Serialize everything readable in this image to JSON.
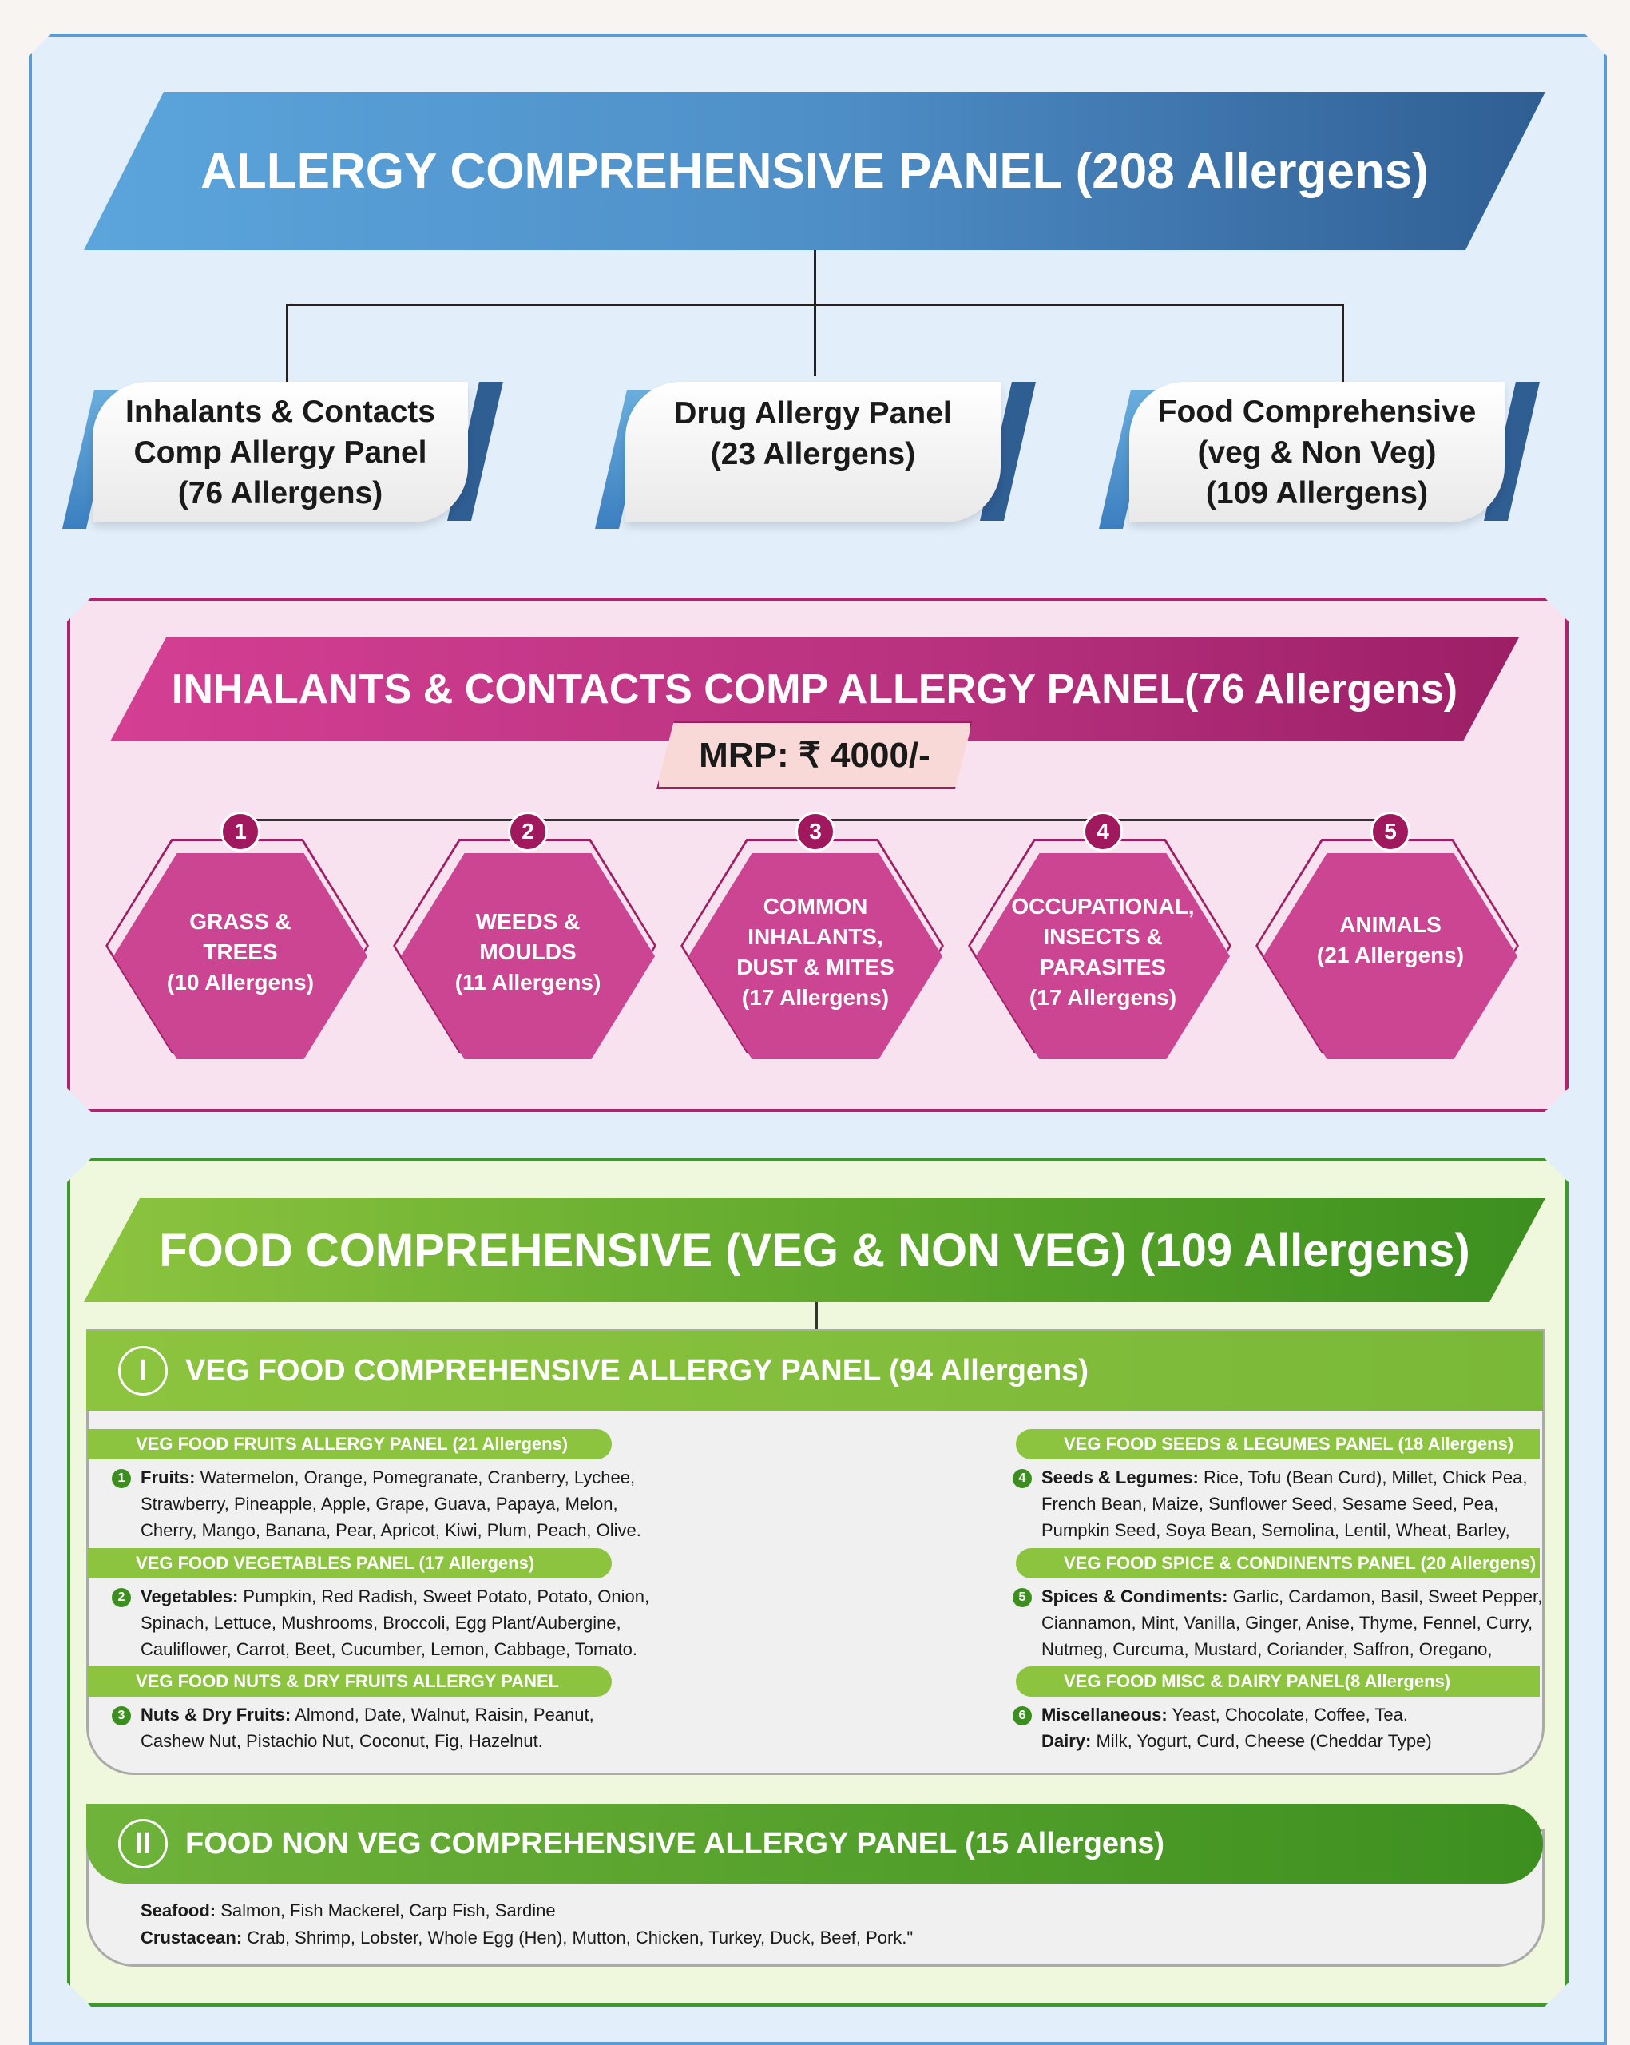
{
  "main_title": "ALLERGY COMPREHENSIVE PANEL (208 Allergens)",
  "sub_panels": [
    {
      "line1": "Inhalants & Contacts",
      "line2": "Comp Allergy Panel",
      "line3": "(76 Allergens)"
    },
    {
      "line1": "Drug Allergy Panel",
      "line2": "(23 Allergens)",
      "line3": ""
    },
    {
      "line1": "Food Comprehensive",
      "line2": "(veg & Non Veg)",
      "line3": "(109 Allergens)"
    }
  ],
  "inhalants": {
    "title": "INHALANTS & CONTACTS COMP ALLERGY PANEL(76 Allergens)",
    "mrp": "MRP: ₹ 4000/-",
    "groups": [
      {
        "num": "1",
        "lines": [
          "GRASS &",
          "TREES",
          "(10 Allergens)"
        ]
      },
      {
        "num": "2",
        "lines": [
          "WEEDS &",
          "MOULDS",
          "(11 Allergens)"
        ]
      },
      {
        "num": "3",
        "lines": [
          "COMMON",
          "INHALANTS,",
          "DUST & MITES",
          "(17 Allergens)"
        ]
      },
      {
        "num": "4",
        "lines": [
          "OCCUPATIONAL,",
          "INSECTS &",
          "PARASITES",
          "(17 Allergens)"
        ]
      },
      {
        "num": "5",
        "lines": [
          "ANIMALS",
          "(21 Allergens)"
        ]
      }
    ]
  },
  "food": {
    "title": "FOOD COMPREHENSIVE (VEG & NON VEG) (109 Allergens)",
    "veg": {
      "roman": "I",
      "title": "VEG FOOD  COMPREHENSIVE  ALLERGY PANEL (94 Allergens)",
      "left": [
        {
          "tag": "VEG FOOD FRUITS ALLERGY PANEL (21 Allergens)",
          "num": "1",
          "label": "Fruits:",
          "lines": [
            " Watermelon, Orange, Pomegranate, Cranberry, Lychee,",
            "Strawberry, Pineapple, Apple, Grape, Guava, Papaya, Melon,",
            "Cherry, Mango, Banana, Pear, Apricot, Kiwi, Plum, Peach, Olive."
          ]
        },
        {
          "tag": "VEG FOOD VEGETABLES PANEL (17 Allergens)",
          "num": "2",
          "label": "Vegetables:",
          "lines": [
            " Pumpkin, Red Radish, Sweet Potato, Potato, Onion,",
            "Spinach, Lettuce, Mushrooms, Broccoli, Egg Plant/Aubergine,",
            "Cauliflower, Carrot, Beet, Cucumber, Lemon, Cabbage, Tomato."
          ]
        },
        {
          "tag": "VEG FOOD NUTS & DRY FRUITS ALLERGY PANEL",
          "num": "3",
          "label": "Nuts & Dry Fruits:",
          "lines": [
            " Almond, Date, Walnut, Raisin, Peanut,",
            "Cashew Nut, Pistachio Nut, Coconut, Fig, Hazelnut."
          ]
        }
      ],
      "right": [
        {
          "tag": "VEG FOOD SEEDS & LEGUMES PANEL (18 Allergens)",
          "num": "4",
          "label": "Seeds & Legumes:",
          "lines": [
            " Rice, Tofu (Bean Curd), Millet, Chick Pea,",
            "French Bean, Maize, Sunflower Seed, Sesame Seed, Pea,",
            "Pumpkin Seed, Soya Bean, Semolina, Lentil, Wheat, Barley,"
          ]
        },
        {
          "tag": "VEG FOOD SPICE & CONDINENTS PANEL (20 Allergens)",
          "num": "5",
          "label": "Spices & Condiments:",
          "lines": [
            " Garlic, Cardamon, Basil, Sweet Pepper,",
            "Ciannamon, Mint, Vanilla, Ginger, Anise, Thyme, Fennel, Curry,",
            "Nutmeg, Curcuma, Mustard, Coriander, Saffron, Oregano,"
          ]
        },
        {
          "tag": "VEG FOOD MISC & DAIRY PANEL(8 Allergens)",
          "num": "6",
          "label": "Miscellaneous:",
          "lines": [
            " Yeast, Chocolate, Coffee, Tea."
          ],
          "label2": "Dairy:",
          "lines2": " Milk, Yogurt, Curd, Cheese (Cheddar Type)"
        }
      ]
    },
    "nonveg": {
      "roman": "II",
      "title": "FOOD NON VEG COMPREHENSIVE  ALLERGY PANEL (15 Allergens)",
      "seafood_label": "Seafood:",
      "seafood": " Salmon, Fish Mackerel, Carp Fish, Sardine",
      "crustacean_label": "Crustacean:",
      "crustacean": " Crab, Shrimp, Lobster, Whole Egg (Hen), Mutton, Chicken, Turkey, Duck, Beef, Pork.\""
    }
  }
}
